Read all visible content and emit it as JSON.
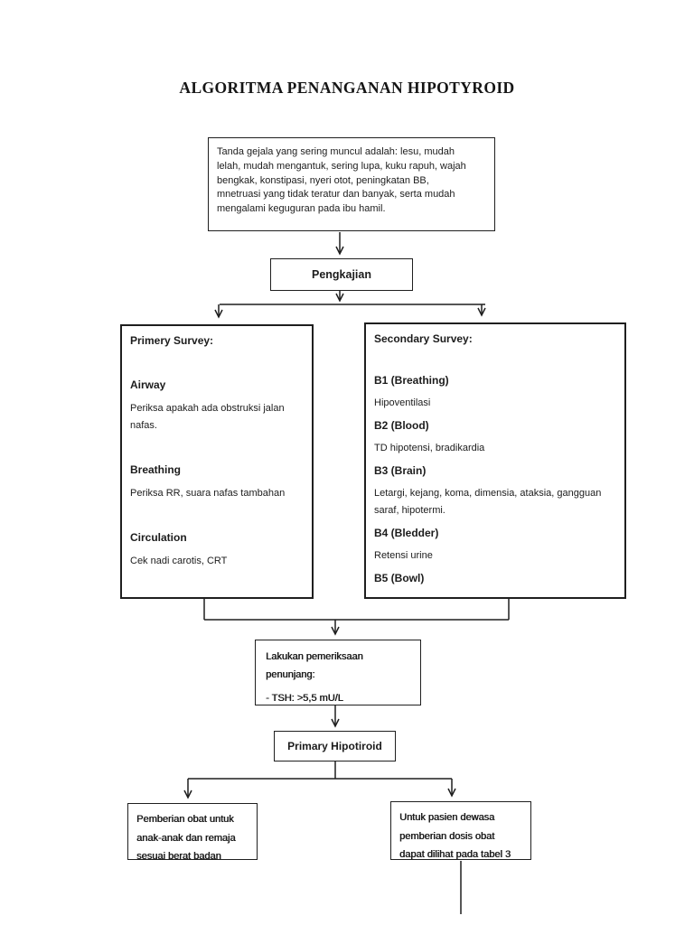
{
  "page": {
    "title": "ALGORITMA PENANGANAN HIPOTYROID",
    "colors": {
      "ink": "#1f1f1f",
      "paper": "#ffffff"
    }
  },
  "flowchart": {
    "symptoms_box": {
      "lines": [
        "Tanda gejala yang sering muncul adalah: lesu, mudah",
        "lelah, mudah mengantuk, sering lupa, kuku rapuh, wajah",
        "bengkak, konstipasi, nyeri otot, peningkatan BB,",
        "mnetruasi yang tidak teratur dan banyak, serta mudah",
        "mengalami keguguran pada ibu hamil."
      ]
    },
    "pengkajian_box": {
      "label": "Pengkajian"
    },
    "primary_survey_box": {
      "title": "Primery Survey:",
      "sections": [
        {
          "heading": "Airway",
          "body_lines": [
            "Periksa apakah ada obstruksi jalan",
            "nafas."
          ]
        },
        {
          "heading": "Breathing",
          "body_lines": [
            "Periksa RR, suara nafas tambahan"
          ]
        },
        {
          "heading": "Circulation",
          "body_lines": [
            "Cek nadi carotis, CRT"
          ]
        }
      ]
    },
    "secondary_survey_box": {
      "title": "Secondary Survey:",
      "sections": [
        {
          "heading": "B1 (Breathing)",
          "body_lines": [
            "Hipoventilasi"
          ]
        },
        {
          "heading": "B2 (Blood)",
          "body_lines": [
            "TD hipotensi, bradikardia"
          ]
        },
        {
          "heading": "B3 (Brain)",
          "body_lines": [
            "Letargi, kejang, koma, dimensia, ataksia, gangguan",
            "saraf, hipotermi."
          ]
        },
        {
          "heading": "B4 (Bledder)",
          "body_lines": [
            "Retensi urine"
          ]
        },
        {
          "heading": "B5 (Bowl)",
          "body_lines": []
        }
      ]
    },
    "penunjang_box": {
      "intro_lines": [
        "Lakukan pemeriksaan",
        "penunjang:"
      ],
      "tsh_line": "- TSH: >5,5 mU/L"
    },
    "primary_hipotiroid_box": {
      "label": "Primary Hipotiroid"
    },
    "child_dose_box": {
      "lines": [
        "Pemberian obat untuk",
        "anak-anak dan remaja",
        "sesuai berat badan"
      ]
    },
    "adult_dose_box": {
      "lines": [
        "Untuk pasien dewasa",
        "pemberian dosis obat",
        "dapat dilihat pada tabel 3"
      ]
    }
  }
}
